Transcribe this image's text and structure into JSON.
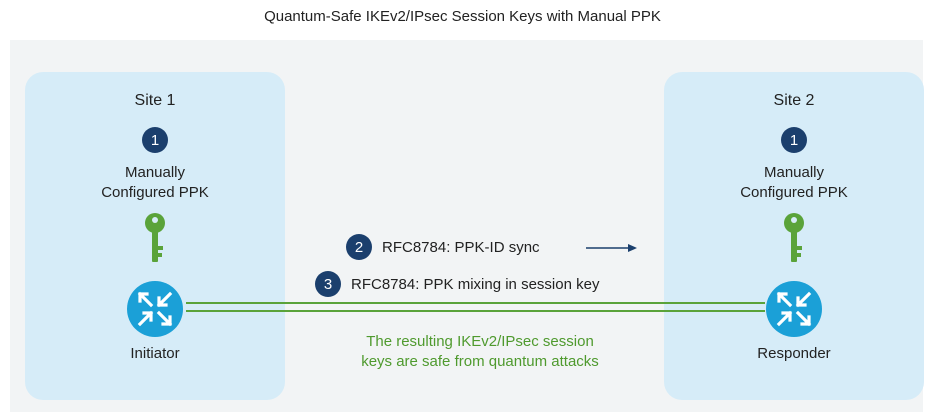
{
  "title": "Quantum-Safe IKEv2/IPsec Session Keys with Manual PPK",
  "sites": [
    {
      "name": "Site 1",
      "step_number": "1",
      "ppk_line1": "Manually",
      "ppk_line2": "Configured PPK",
      "role": "Initiator"
    },
    {
      "name": "Site 2",
      "step_number": "1",
      "ppk_line1": "Manually",
      "ppk_line2": "Configured PPK",
      "role": "Responder"
    }
  ],
  "steps": [
    {
      "number": "2",
      "label": "RFC8784: PPK-ID sync"
    },
    {
      "number": "3",
      "label": "RFC8784: PPK mixing in session key"
    }
  ],
  "note": {
    "line1": "The resulting IKEv2/IPsec session",
    "line2": "keys are safe from quantum attacks"
  },
  "colors": {
    "site_fill": "#d6ecf8",
    "badge": "#1b3f6d",
    "router": "#1ba0d7",
    "key": "#5aa33a",
    "link_line": "#5aa33a",
    "note_text": "#4f9a2e",
    "arrow": "#1b3f6d"
  },
  "icons": {
    "key": "key-icon",
    "router": "router-icon",
    "arrow": "arrow-right-icon"
  }
}
